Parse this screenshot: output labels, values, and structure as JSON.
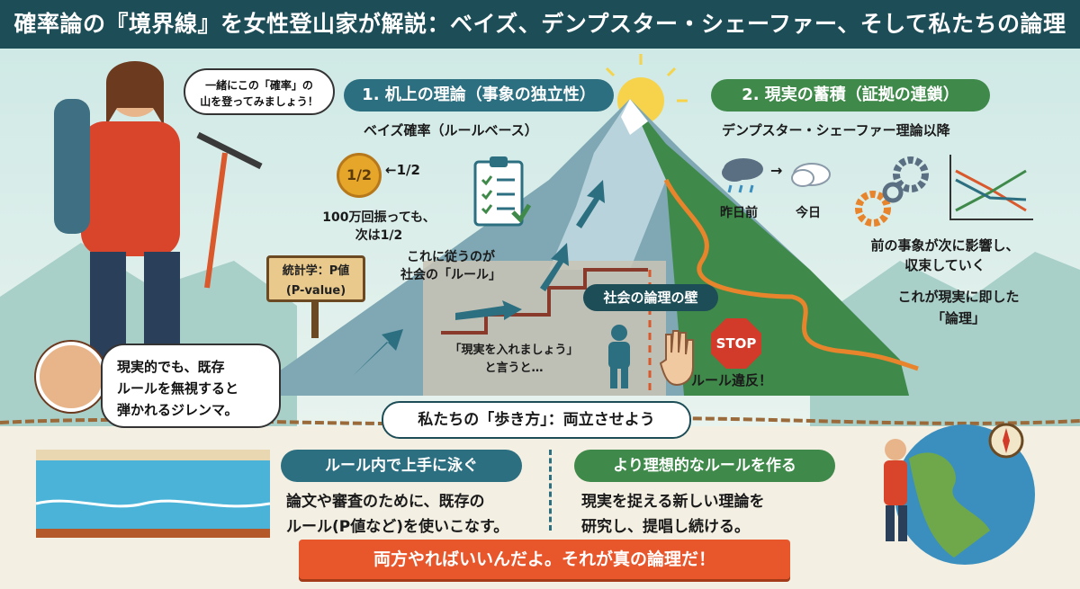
{
  "title": "確率論の『境界線』を女性登山家が解説：ベイズ、デンプスター・シェーファー、そして私たちの論理",
  "climber_speech": [
    "一緒にこの「確率」の",
    "山を登ってみましょう！"
  ],
  "section1": {
    "heading": "1. 机上の理論（事象の独立性）",
    "subheading": "ベイズ確率（ルールベース）",
    "coin_label": "1/2",
    "fraction_label": "←1/2",
    "coin_caption": [
      "100万回振っても、",
      "次は1/2"
    ],
    "sign_text": [
      "統計学：P値",
      "(P-value)"
    ],
    "rule_caption": [
      "これに従うのが",
      "社会の「ルール」"
    ]
  },
  "section2": {
    "heading": "2. 現実の蓄積（証拠の連鎖）",
    "subheading": "デンプスター・シェーファー理論以降",
    "yesterday_label": "昨日前",
    "today_label": "今日",
    "influence_caption": [
      "前の事象が次に影響し、",
      "収束していく"
    ],
    "reality_caption": [
      "これが現実に即した",
      "「論理」"
    ]
  },
  "wall": {
    "label": "社会の論理の壁",
    "quote": [
      "「現実を入れましょう」",
      "と言うと…"
    ],
    "stop_sign": "STOP",
    "violation": "ルール違反！"
  },
  "dilemma_speech": [
    "現実的でも、既存",
    "ルールを無視すると",
    "弾かれるジレンマ。"
  ],
  "walk": {
    "heading": "私たちの「歩き方」：両立させよう",
    "left_heading": "ルール内で上手に泳ぐ",
    "left_text": [
      "論文や審査のために、既存の",
      "ルール(P値など)を使いこなす。"
    ],
    "right_heading": "より理想的なルールを作る",
    "right_text": [
      "現実を捉える新しい理論を",
      "研究し、提唱し続ける。"
    ]
  },
  "banner": "両方やればいいんだよ。それが真の論理だ！",
  "colors": {
    "title_bg": "#1d4d57",
    "section1_pill": "#2c6f80",
    "section2_pill": "#3f8a4a",
    "banner": "#e8572c",
    "stop": "#d23a2a"
  },
  "icons": [
    "coin-icon",
    "checklist-icon",
    "rain-cloud-icon",
    "cloud-icon",
    "gears-icon",
    "line-chart-icon",
    "stop-sign-icon",
    "hand-icon",
    "person-icon",
    "swimmer-icon",
    "globe-icon",
    "compass-icon",
    "mountain-icon",
    "sun-icon"
  ]
}
